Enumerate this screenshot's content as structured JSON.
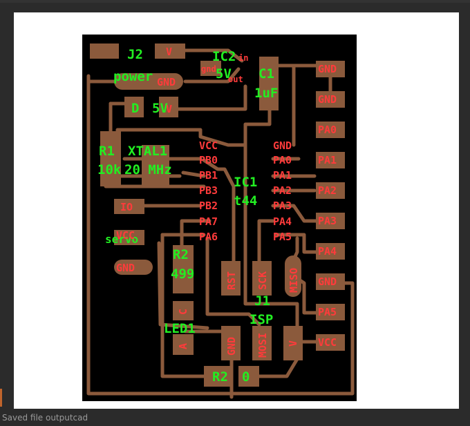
{
  "status_bar": {
    "message": "Saved file outputcad"
  },
  "colors": {
    "window_bg": "#2b2b2b",
    "canvas_bg": "#ffffff",
    "board_bg": "#000000",
    "copper": "#8b5a3c",
    "pad_label": "#ff3b3b",
    "part_label": "#22ee22",
    "status_text": "#9a9a9a"
  },
  "pcb": {
    "part_labels": {
      "j2_name": "J2",
      "j2_value": "power",
      "ic2_name": "IC2",
      "ic2_value": "5V",
      "c1_name": "C1",
      "c1_value": "1uF",
      "d_name": "D",
      "d_value": "5V",
      "r1_name": "R1",
      "r1_value": "10k",
      "xtal_name": "XTAL1",
      "xtal_value": "20 MHz",
      "ic1_name": "IC1",
      "ic1_value": "t44",
      "servo_value": "servo",
      "r2a_name": "R2",
      "r2a_value": "499",
      "led_name": "LED1",
      "j1_name": "J1",
      "j1_value": "ISP",
      "r2b_name": "R2",
      "r2b_value": "0"
    },
    "pad_labels": {
      "j2_v": "V",
      "j2_gnd": "GND",
      "ic2_gnd": "gnd",
      "ic2_in": "in",
      "ic2_out": "out",
      "d_v": "V",
      "c1_gnd_top": "GND",
      "c1_gnd_bottom": "GND",
      "ic1_vcc": "VCC",
      "ic1_pb0": "PB0",
      "ic1_pb1": "PB1",
      "ic1_pb3": "PB3",
      "ic1_pb2": "PB2",
      "ic1_pa7": "PA7",
      "ic1_pa6": "PA6",
      "ic1_gnd": "GND",
      "ic1_pa0": "PA0",
      "ic1_pa1": "PA1",
      "ic1_pa2": "PA2",
      "ic1_pa3": "PA3",
      "ic1_pa4": "PA4",
      "ic1_pa5": "PA5",
      "hdr_pa0": "PA0",
      "hdr_pa1": "PA1",
      "hdr_pa2": "PA2",
      "hdr_pa3": "PA3",
      "hdr_pa4": "PA4",
      "hdr_gnd": "GND",
      "hdr_pa5": "PA5",
      "hdr_vcc": "VCC",
      "io": "IO",
      "servo_vcc": "VCC",
      "servo_gnd": "GND",
      "rst": "RST",
      "sck": "SCK",
      "miso": "MISO",
      "mosi": "MOSI",
      "isp_gnd": "GND",
      "isp_v": "V",
      "led_c": "C",
      "led_a": "A"
    }
  }
}
